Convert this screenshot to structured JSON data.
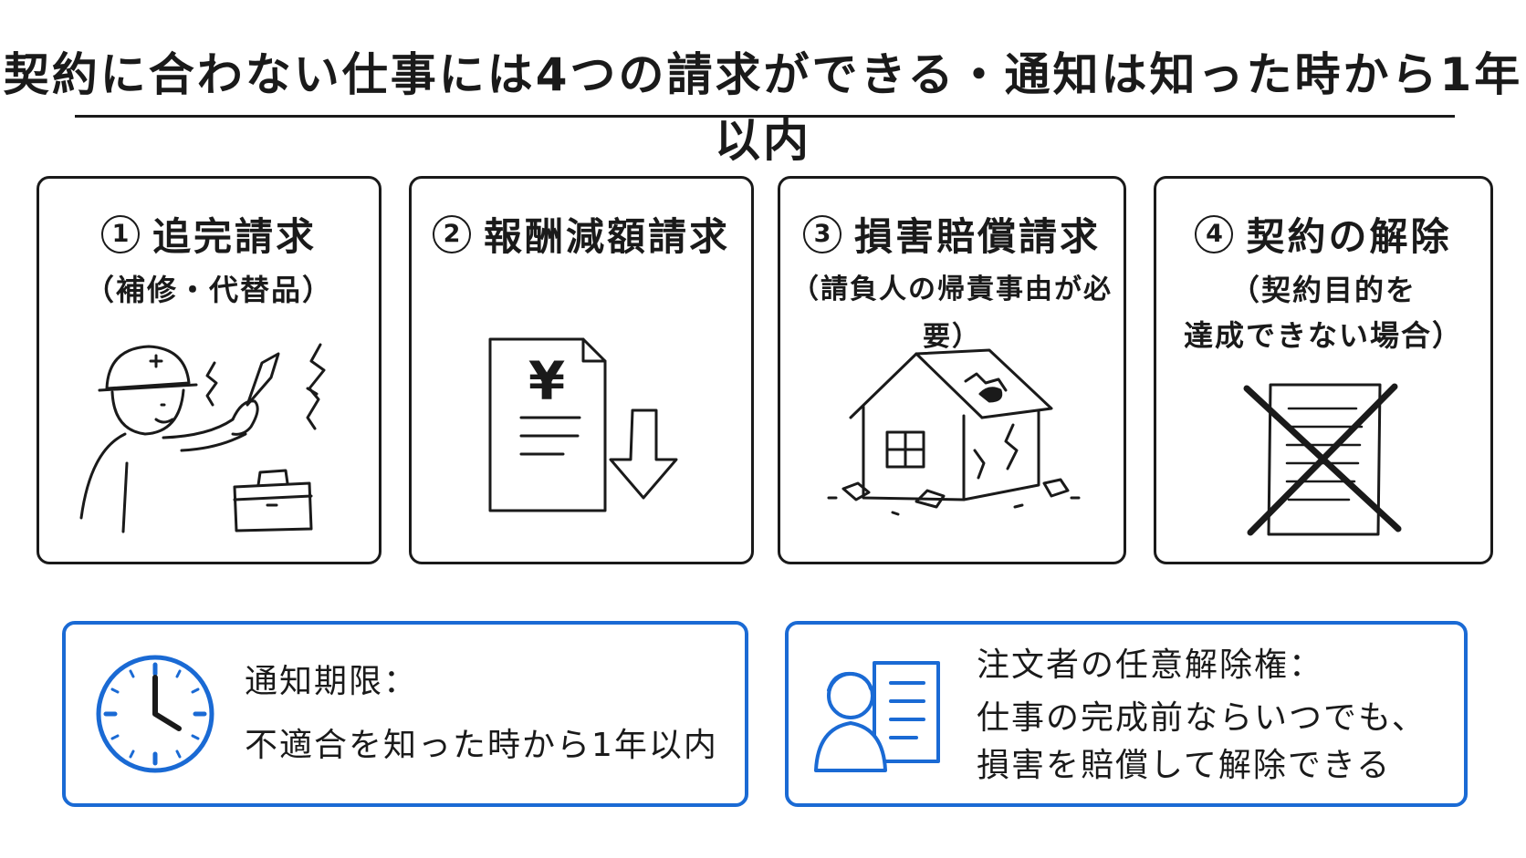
{
  "title": "契約に合わない仕事には4つの請求ができる・通知は知った時から1年以内",
  "cards": [
    {
      "num": "1",
      "title": "追完請求",
      "sub": [
        "（補修・代替品）"
      ],
      "icon": "worker-repair-icon"
    },
    {
      "num": "2",
      "title": "報酬減額請求",
      "sub": [],
      "icon": "yen-document-down-icon",
      "symbol": "¥"
    },
    {
      "num": "3",
      "title": "損害賠償請求",
      "sub": [
        "（請負人の帰責事由が必要）"
      ],
      "icon": "damaged-house-icon"
    },
    {
      "num": "4",
      "title": "契約の解除",
      "sub": [
        "（契約目的を",
        "達成できない場合）"
      ],
      "icon": "crossed-document-icon"
    }
  ],
  "notice": {
    "label": "通知期限：",
    "text": "不適合を知った時から1年以内",
    "icon": "clock-icon"
  },
  "right_cancel": {
    "label": "注文者の任意解除権：",
    "lines": [
      "仕事の完成前ならいつでも、",
      "損害を賠償して解除できる"
    ],
    "icon": "person-document-icon"
  },
  "colors": {
    "ink": "#1a1a1a",
    "accent_blue": "#1a6ad4",
    "background": "#ffffff"
  }
}
